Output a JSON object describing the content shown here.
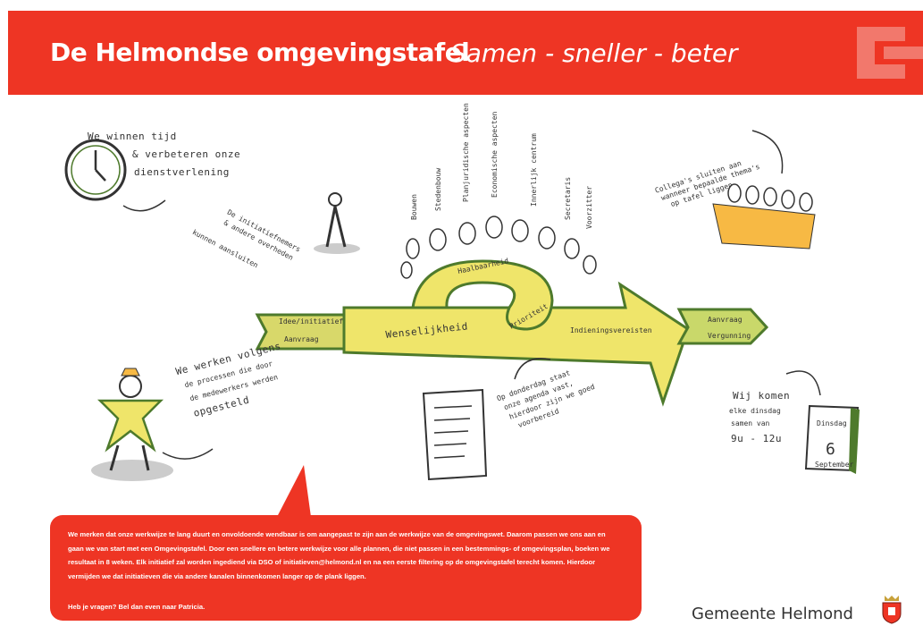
{
  "header": {
    "title": "De Helmondse omgevingstafel",
    "tagline": "Samen - sneller - beter"
  },
  "illustration": {
    "clock_note": [
      "We winnen tijd",
      "& verbeteren onze",
      "dienstverlening"
    ],
    "initiators_note": [
      "De initiatiefnemers",
      "& andere overheden",
      "kunnen aansluiten"
    ],
    "aspects": [
      "Bouwen",
      "Stedenbouw",
      "Planjuridische aspecten",
      "Economische aspecten",
      "Innerlijk centrum",
      "Secretaris",
      "Voorzitter"
    ],
    "colleagues_note": [
      "Collega's sluiten aan",
      "wanneer bepaalde thema's",
      "op tafel liggen"
    ],
    "process_note": [
      "We werken volgens",
      "de processen die door",
      "de medewerkers werden",
      "opgesteld"
    ],
    "agenda_note": [
      "Op donderdag staat",
      "onze agenda vast,",
      "hierdoor zijn we goed",
      "voorbereid"
    ],
    "meeting_note": [
      "Wij komen",
      "elke dinsdag",
      "samen van",
      "9u - 12u"
    ],
    "arrow_labels": {
      "start_top": "Idee/initiatief",
      "start_bottom": "Aanvraag",
      "loop_top": "Haalbaarheid",
      "left": "Wenselijkheid",
      "loop_right": "Prioriteit",
      "right": "Indieningsvereisten",
      "end_top": "Aanvraag",
      "end_bottom": "Vergunning"
    },
    "calendar": {
      "day": "Dinsdag",
      "number": "6",
      "month": "September"
    }
  },
  "info": {
    "text": "We merken dat onze werkwijze te lang duurt en onvoldoende wendbaar is om aangepast te zijn aan de werkwijze van de omgevingswet. Daarom passen we ons aan en gaan we van start met een Omgevingstafel. Door een snellere en betere werkwijze voor alle plannen, die niet passen in een bestemmings- of omgevingsplan, boeken we resultaat in 8 weken. Elk initiatief zal worden ingediend via DSO of initiatieven@helmond.nl en na een eerste filtering op de omgevingstafel terecht komen. Hierdoor vermijden we dat initiatieven die via andere kanalen binnenkomen langer op de plank liggen.",
    "question": "Heb je vragen? Bel dan even naar Patricia."
  },
  "footer": {
    "organization": "Gemeente Helmond"
  },
  "colors": {
    "brand_red": "#ee3524",
    "arrow_yellow": "#efe56a",
    "outline_green": "#4e7a2c",
    "table_orange": "#f7b944"
  }
}
